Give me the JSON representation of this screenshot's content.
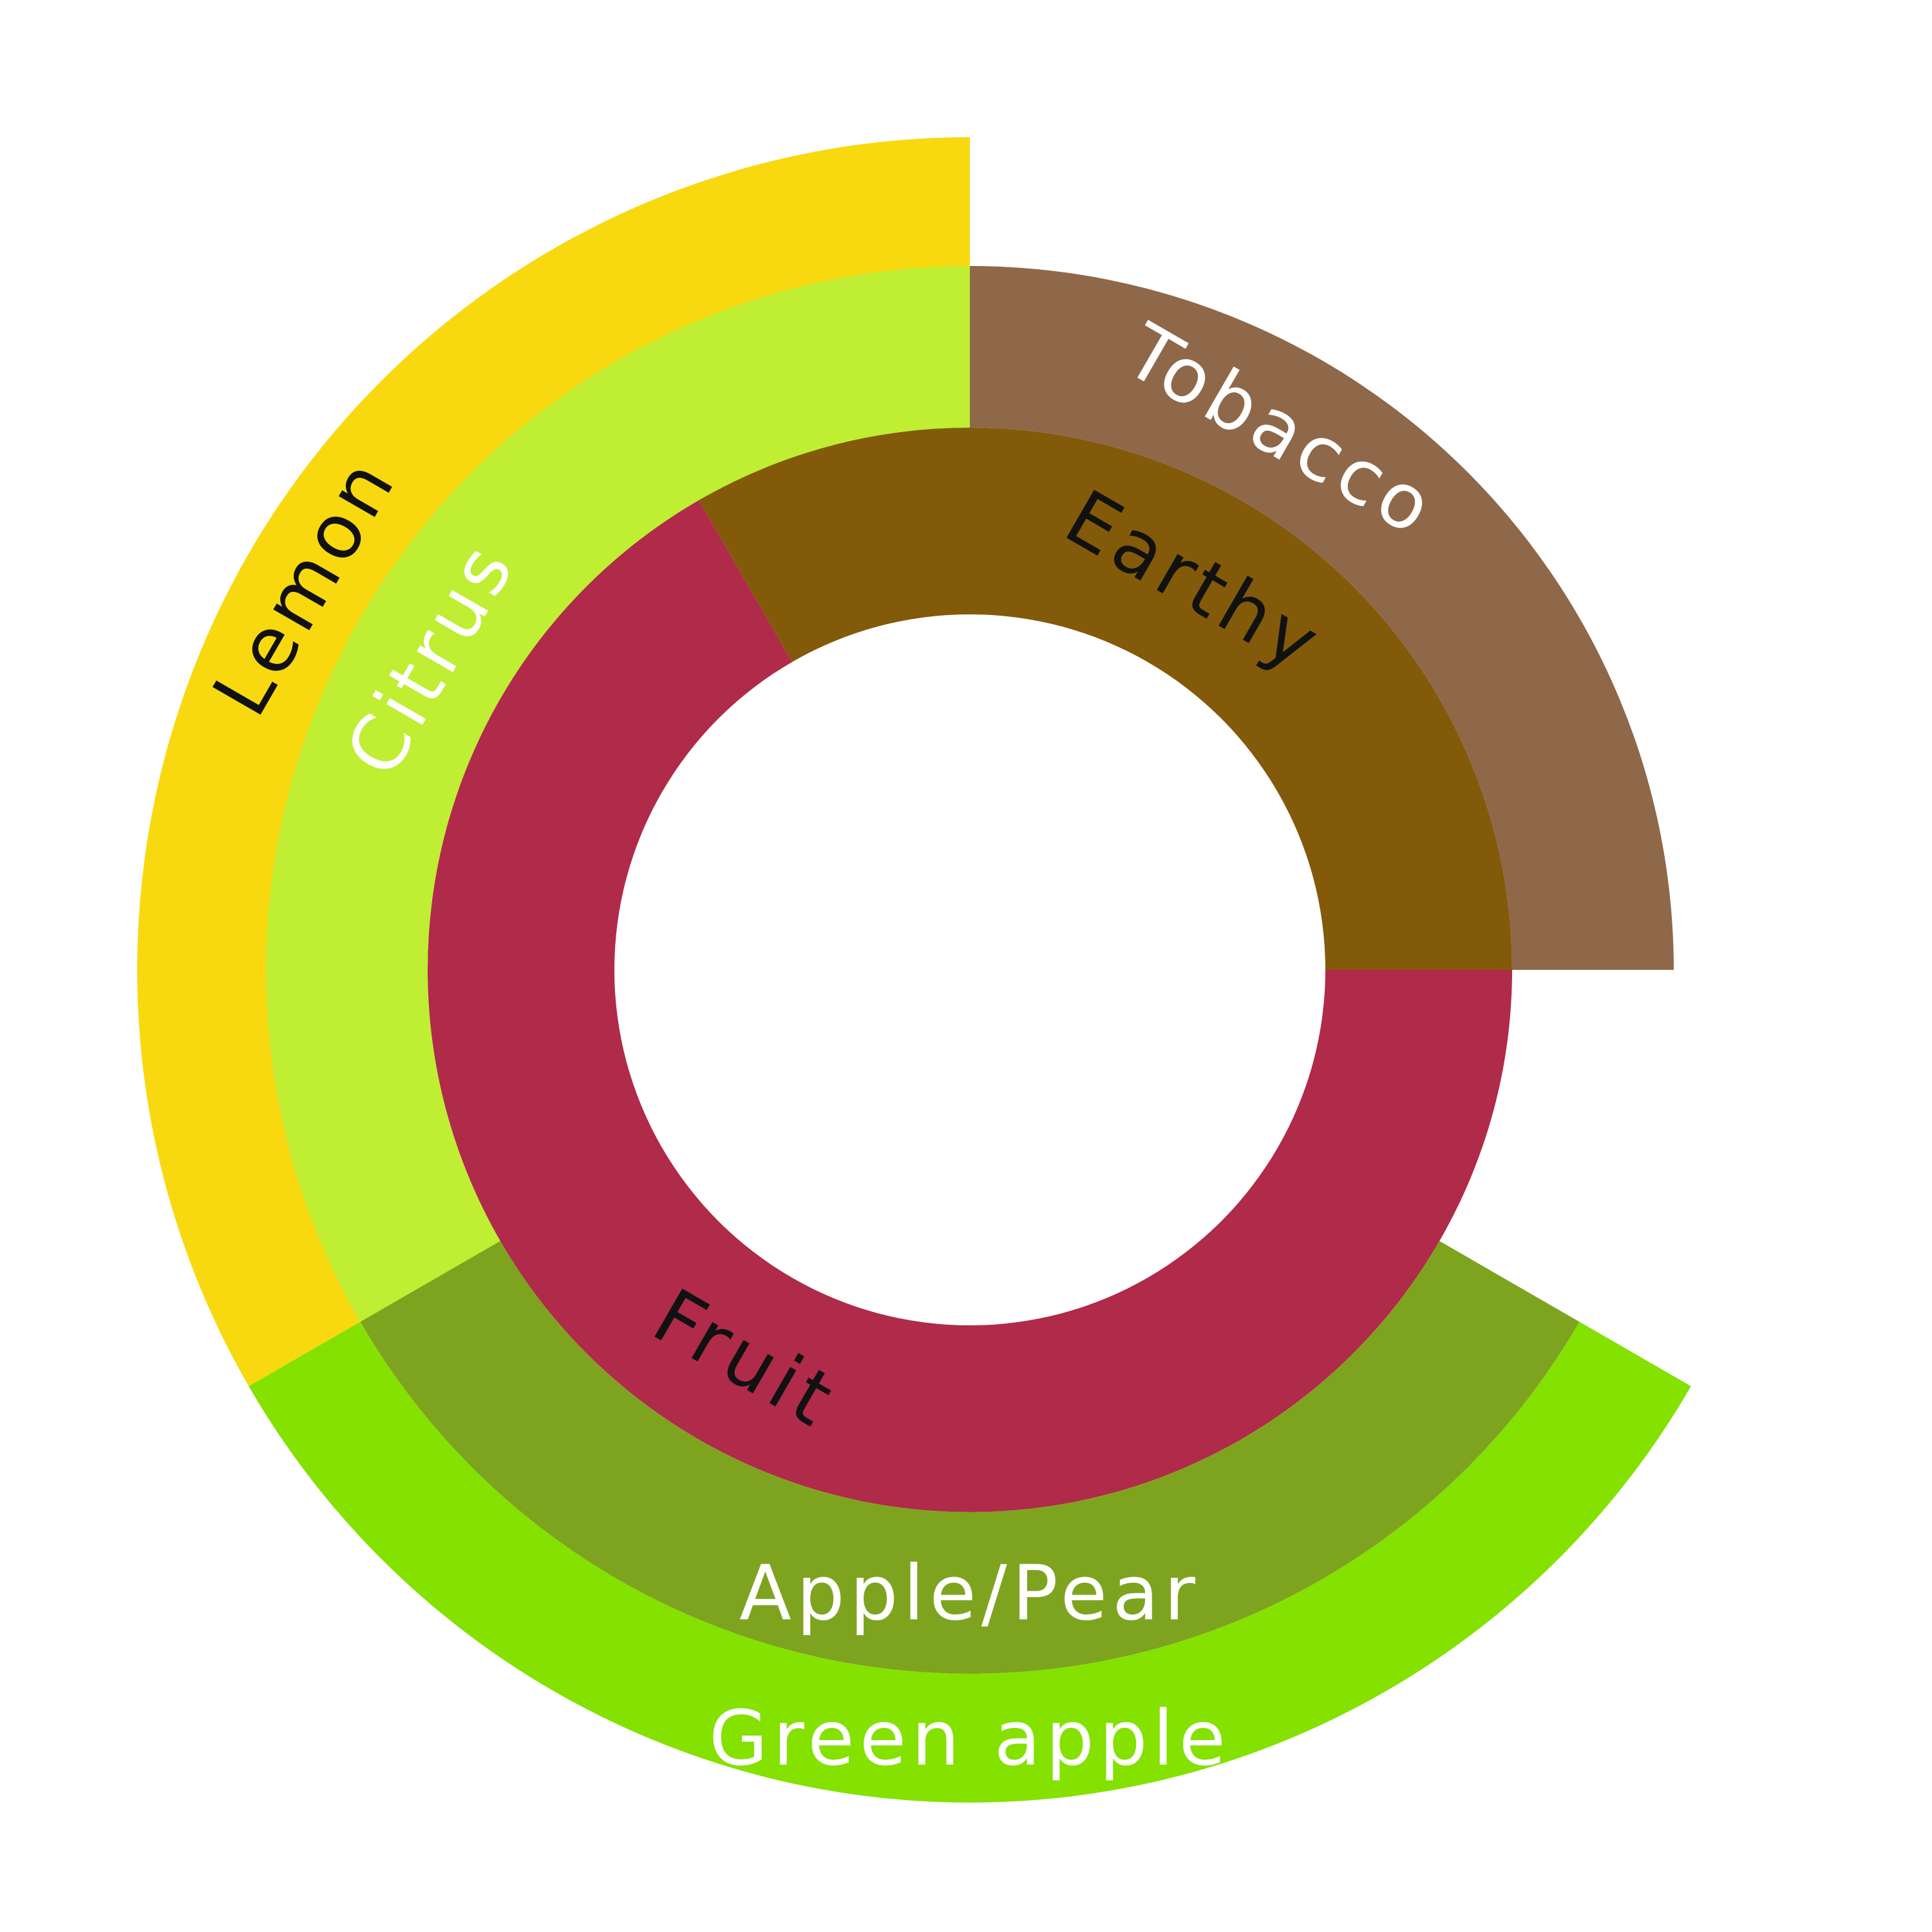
{
  "chart_data": {
    "type": "sunburst",
    "rings": [
      {
        "level": 1,
        "segments": [
          {
            "name": "Earthy",
            "start_deg": 0,
            "end_deg": 120,
            "color": "#825a0a",
            "label_color": "#111111"
          },
          {
            "name": "Fruit",
            "start_deg": 120,
            "end_deg": 360,
            "color": "#b02a4a",
            "label_color": "#111111"
          }
        ]
      },
      {
        "level": 2,
        "segments": [
          {
            "name": "Tobacco",
            "start_deg": 0,
            "end_deg": 120,
            "color": "#8f684a",
            "label_color": "#ffffff"
          },
          {
            "name": "Citrus",
            "start_deg": 90,
            "end_deg": 210,
            "color": "#bfee32",
            "label_color": "#ffffff"
          },
          {
            "name": "Apple/Pear",
            "start_deg": 210,
            "end_deg": 330,
            "color": "#7ea41f",
            "label_color": "#ffffff"
          }
        ]
      },
      {
        "level": 3,
        "segments": [
          {
            "name": "Lemon",
            "start_deg": 90,
            "end_deg": 210,
            "color": "#f8d90f",
            "label_color": "#111111"
          },
          {
            "name": "Green apple",
            "start_deg": 210,
            "end_deg": 330,
            "color": "#84e100",
            "label_color": "#ffffff"
          }
        ]
      }
    ]
  }
}
